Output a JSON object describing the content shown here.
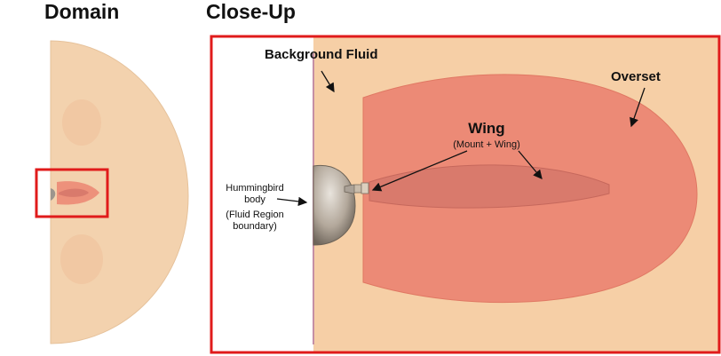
{
  "titles": {
    "domain": "Domain",
    "closeup": "Close-Up"
  },
  "labels": {
    "background_fluid": "Background Fluid",
    "overset": "Overset",
    "wing": "Wing",
    "wing_sub": "(Mount + Wing)",
    "body_line1": "Hummingbird",
    "body_line2": "body",
    "body_line3": "(Fluid Region",
    "body_line4": "boundary)"
  },
  "colors": {
    "background_fluid": "#f6cfa6",
    "overset": "#ec8a76",
    "wing": "#d97a6c",
    "frame": "#e01b1b",
    "body": "#b8ab9d"
  }
}
